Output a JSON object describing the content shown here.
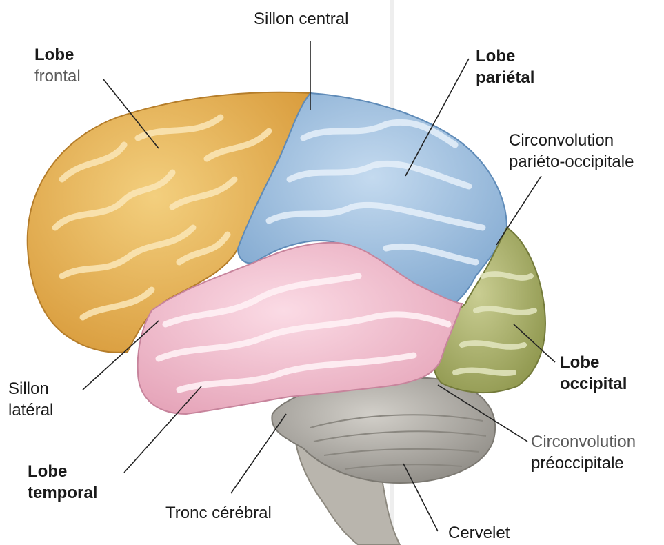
{
  "colors": {
    "frontal": "#e2ab4f",
    "parietal": "#9dbedc",
    "temporal": "#efb9c9",
    "occipital": "#a9b06a",
    "cerebellum": "#a9a6a0",
    "brainstem": "#b8b5ae",
    "leader_line": "#222222"
  },
  "labels": {
    "sillon_central": "Sillon central",
    "lobe_frontal_1": "Lobe",
    "lobe_frontal_2": "frontal",
    "lobe_parietal_1": "Lobe",
    "lobe_parietal_2": "pariétal",
    "circ_po_1": "Circonvolution",
    "circ_po_2": "pariéto-occipitale",
    "sillon_lateral_1": "Sillon",
    "sillon_lateral_2": "latéral",
    "lobe_occipital_1": "Lobe",
    "lobe_occipital_2": "occipital",
    "circ_pre_1": "Circonvolution",
    "circ_pre_2": "préoccipitale",
    "lobe_temporal_1": "Lobe",
    "lobe_temporal_2": "temporal",
    "tronc": "Tronc cérébral",
    "cervelet": "Cervelet"
  }
}
